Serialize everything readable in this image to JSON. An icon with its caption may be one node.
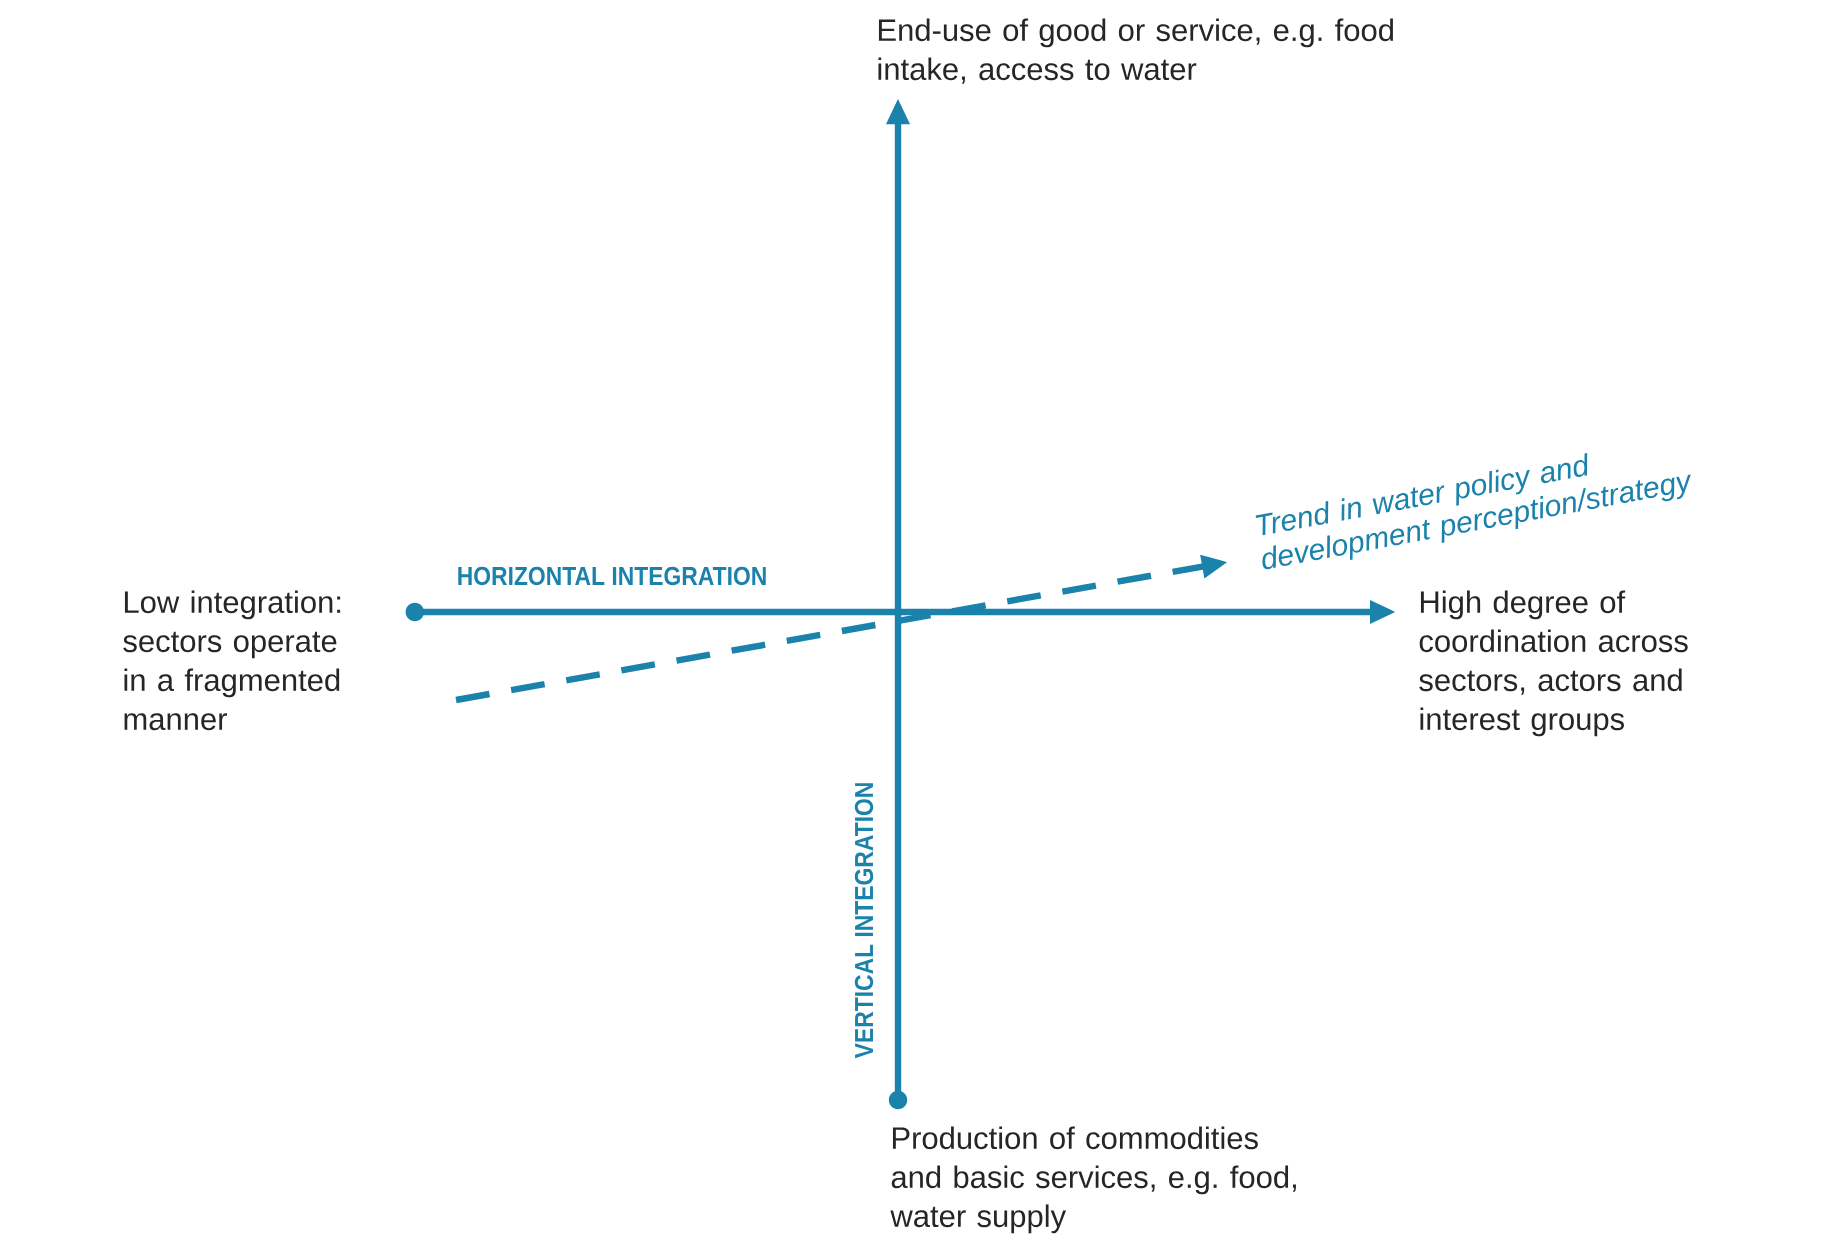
{
  "diagram": {
    "nodes": [
      {
        "text": [
          "End-use of good or service, e.g. food intake, access to water"
        ]
      },
      {
        "text": [
          "Low integration: sectors operate in a fragmented manner"
        ]
      },
      {
        "text": [
          "High degree of coordination across sectors, actors and interest groups"
        ]
      },
      {
        "text": [
          "Production of commodities and basic services, e.g. food, water supply"
        ]
      },
      {
        "text": [
          "Trend in water policy and development perception/strategy"
        ]
      }
    ],
    "edges": [
      {
        "from": 1,
        "to": 2,
        "arrow": "to",
        "label": "HORIZONTAL INTEGRATION"
      },
      {
        "from": 3,
        "to": 0,
        "arrow": "to",
        "label": "VERTICAL INTEGRATION"
      },
      {
        "from": null,
        "to": 4,
        "arrow": "to",
        "style": "dashed"
      }
    ]
  }
}
